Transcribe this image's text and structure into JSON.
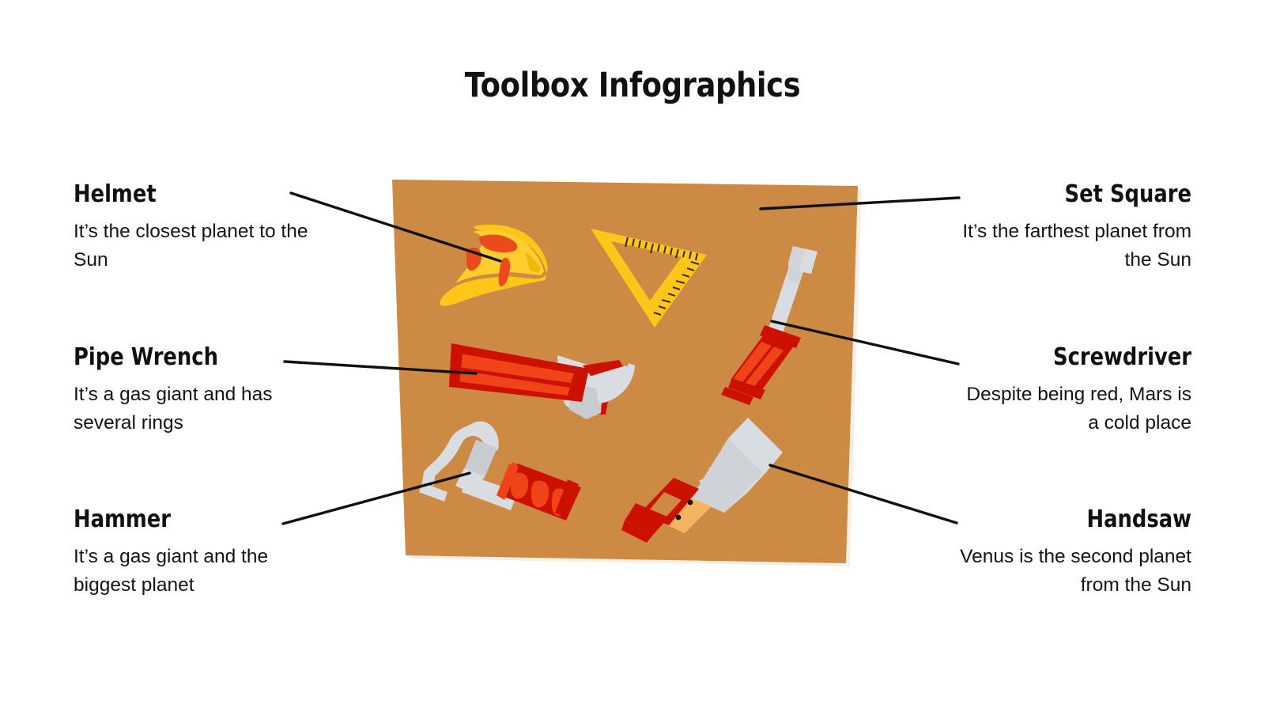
{
  "title": "Toolbox Infographics",
  "colors": {
    "board": "#CC8A44",
    "board_shadow": "#F7EFE2",
    "leader_line": "#111111",
    "helmet_yellow": "#FFC61A",
    "helmet_yellow_dark": "#F2B70C",
    "helmet_accent": "#EA4A1C",
    "set_square_yellow": "#FFC61A",
    "set_square_tick": "#3B2A12",
    "metal_light": "#D9DCE0",
    "metal_mid": "#C8CCD1",
    "red_dark": "#CC1100",
    "red_bright": "#F04418",
    "handsaw_ferrule": "#F5B462",
    "rivet": "#1A1208",
    "text": "#111111"
  },
  "callouts": {
    "left": [
      {
        "id": "helmet",
        "title": "Helmet",
        "desc": "It’s the closest planet to the Sun"
      },
      {
        "id": "pipe-wrench",
        "title": "Pipe Wrench",
        "desc": "It’s a gas giant and has several rings"
      },
      {
        "id": "hammer",
        "title": "Hammer",
        "desc": "It’s a gas giant and the biggest planet"
      }
    ],
    "right": [
      {
        "id": "set-square",
        "title": "Set Square",
        "desc": "It’s the farthest planet from the Sun"
      },
      {
        "id": "screwdriver",
        "title": "Screwdriver",
        "desc": "Despite being red, Mars is a cold place"
      },
      {
        "id": "handsaw",
        "title": "Handsaw",
        "desc": "Venus is the second planet from the Sun"
      }
    ]
  },
  "icons": {
    "helmet": "hard-hat-icon",
    "set_square": "set-square-icon",
    "pipe_wrench": "pipe-wrench-icon",
    "screwdriver": "screwdriver-icon",
    "hammer": "hammer-icon",
    "handsaw": "handsaw-icon"
  }
}
